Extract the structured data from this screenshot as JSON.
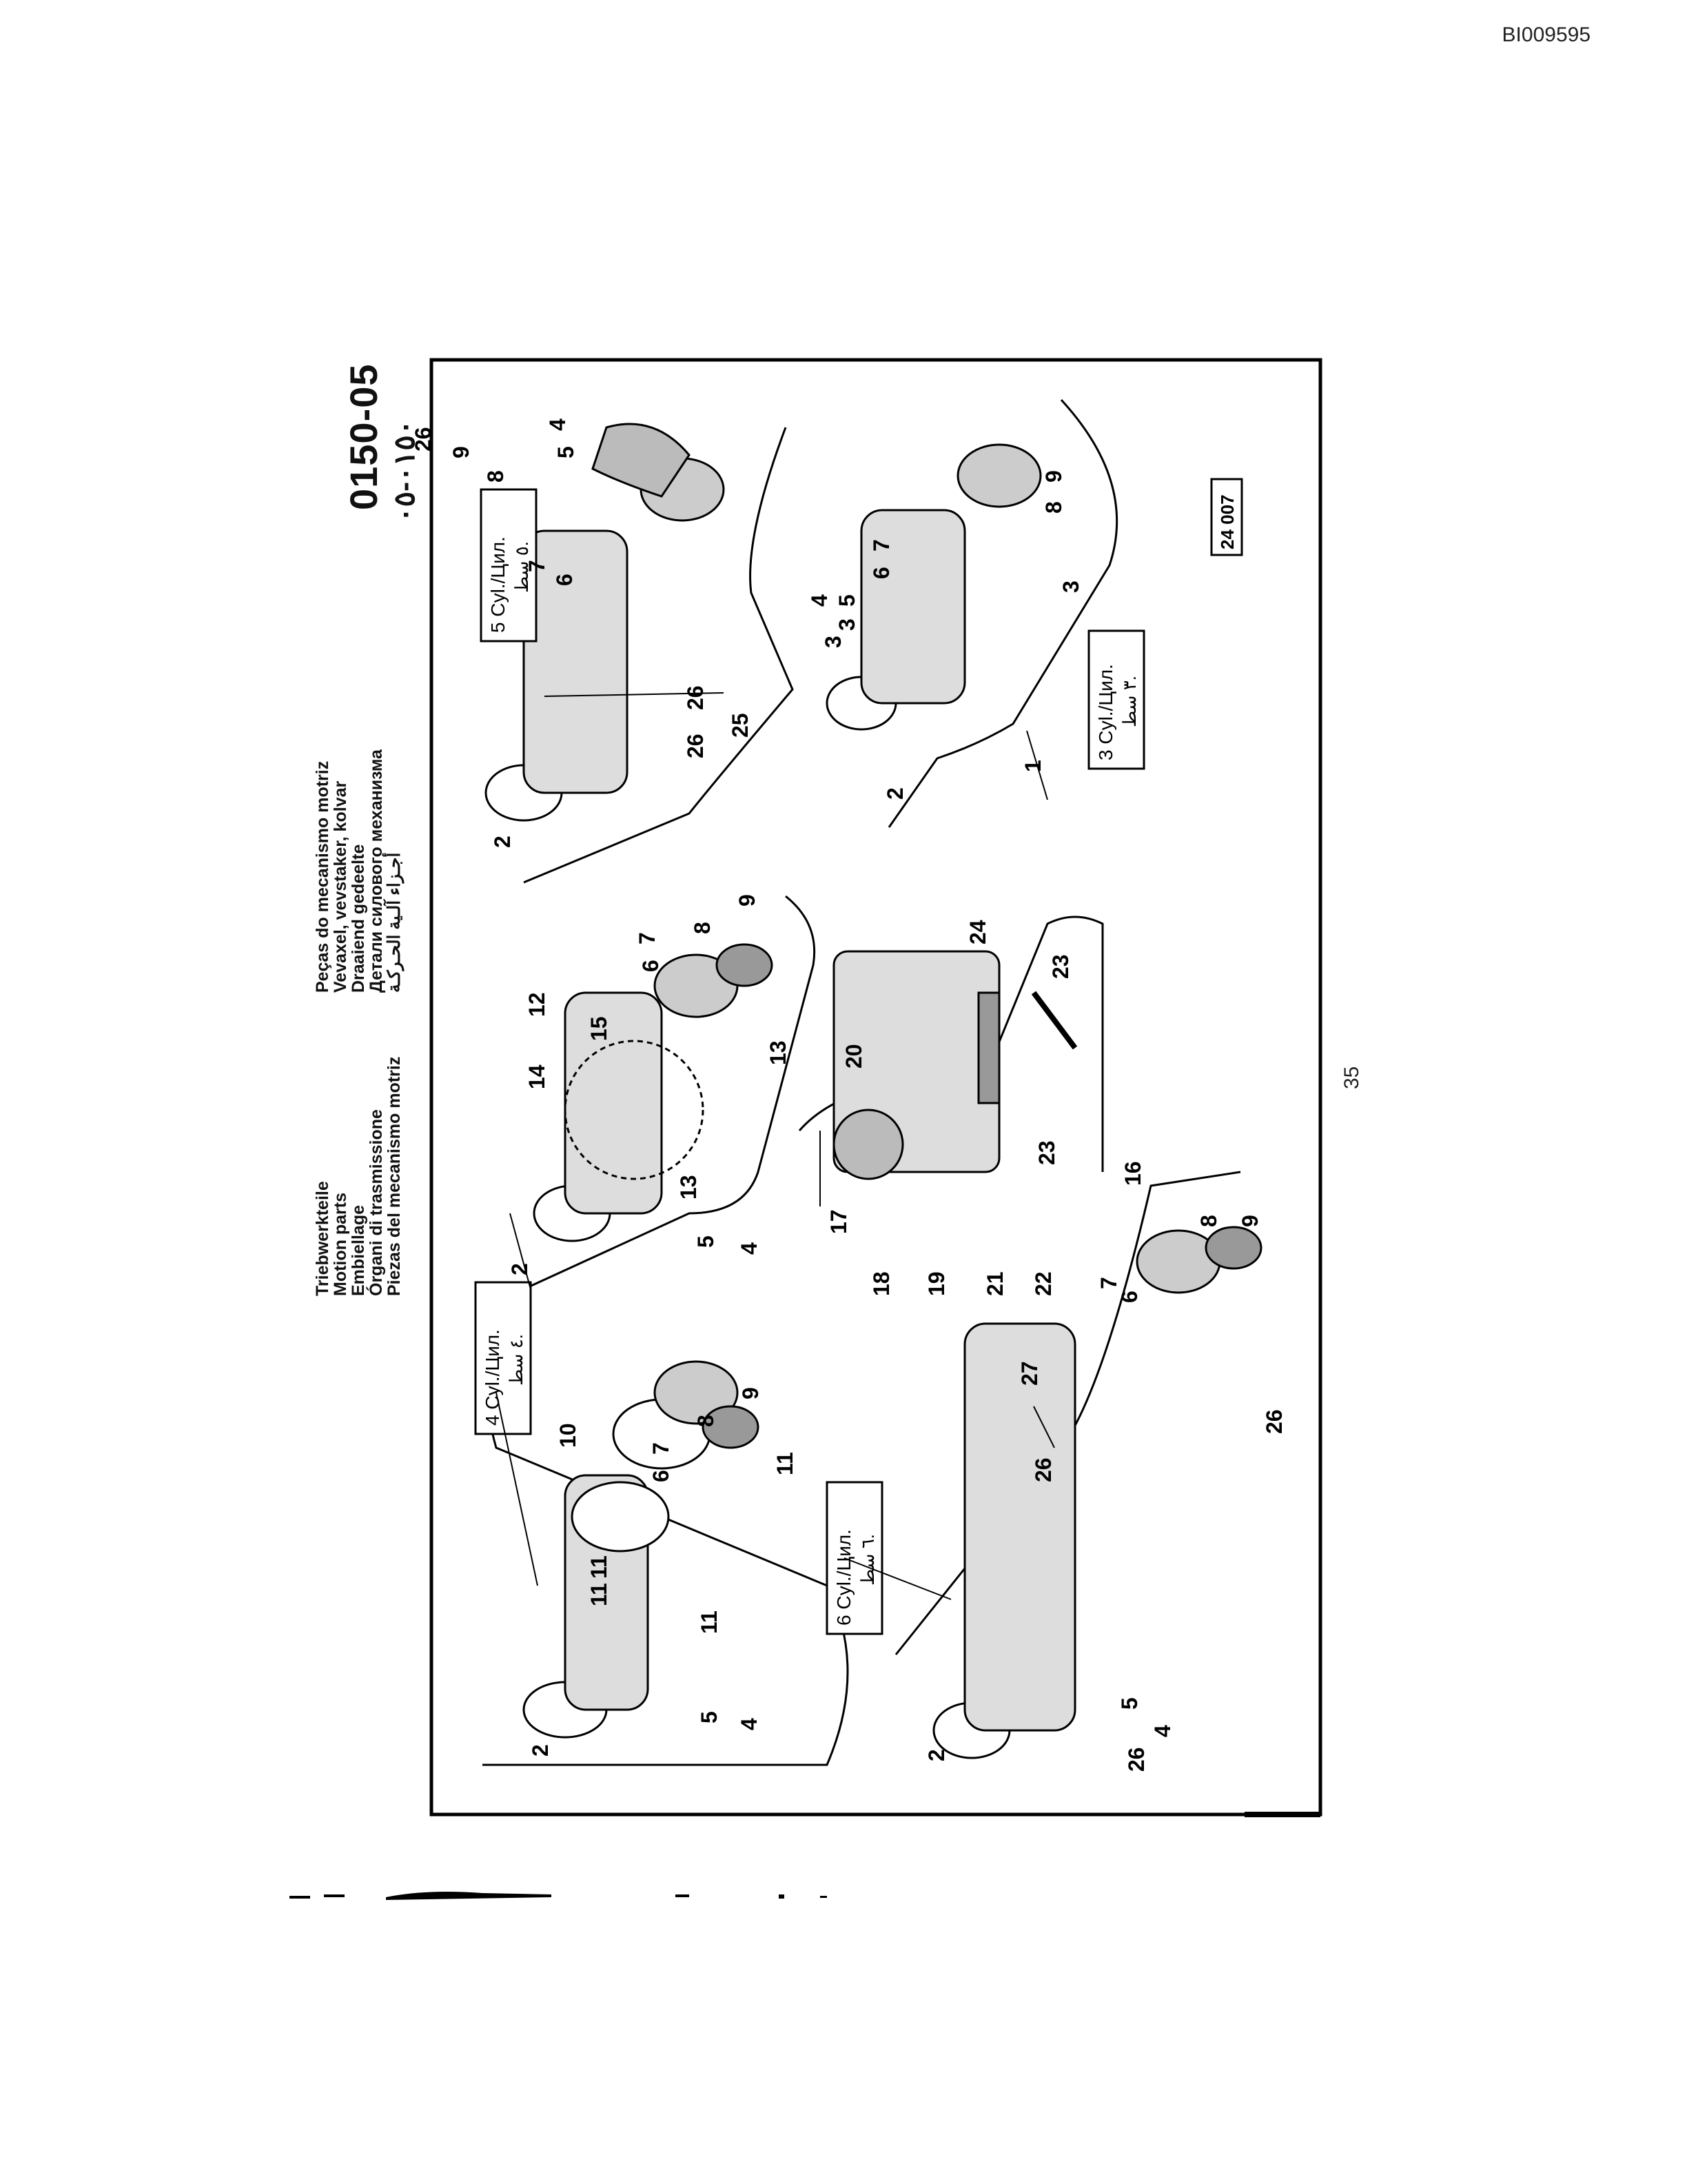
{
  "document": {
    "doc_id": "BI009595",
    "page_number": "35",
    "section_code": "0150-05",
    "section_code_arabic": "٠١٥٠-٠٥",
    "figure_ref": "24 007"
  },
  "titles": {
    "col1": [
      "Triebwerkteile",
      "Motion parts",
      "Embiellage",
      "Órgani di trasmissione",
      "Piezas del mecanismo motriz"
    ],
    "col2": [
      "Peças do mecanismo motriz",
      "Vevaxel, vevstaker, kolvar",
      "Draaiend gedeelte",
      "Детали силового механизма",
      "أجـزاء آلـية الحـركـة"
    ]
  },
  "variants": [
    {
      "id": "3cyl",
      "label": "3 Cyl./Цил.",
      "arabic": "٣ سط."
    },
    {
      "id": "4cyl",
      "label": "4 Cyl./Цил.",
      "arabic": "٤ سط."
    },
    {
      "id": "5cyl",
      "label": "5 Cyl./Цил.",
      "arabic": "٥ سط."
    },
    {
      "id": "6cyl",
      "label": "6 Cyl./Цил.",
      "arabic": "٦ سط."
    }
  ],
  "callouts": {
    "lower_left": [
      "2",
      "4",
      "5",
      "6",
      "7",
      "8",
      "9",
      "10",
      "11",
      "11",
      "11",
      "11"
    ],
    "lower_mid": [
      "2",
      "4",
      "5",
      "6",
      "7",
      "8",
      "9",
      "12",
      "13",
      "13",
      "14",
      "15"
    ],
    "lower_right": [
      "2",
      "4",
      "5",
      "6",
      "7",
      "8",
      "9",
      "25",
      "26",
      "26",
      "26"
    ],
    "upper_right": [
      "1",
      "2",
      "3",
      "3",
      "3",
      "4",
      "5",
      "6",
      "7",
      "8",
      "9"
    ],
    "pump": [
      "16",
      "17",
      "18",
      "19",
      "20",
      "21",
      "22",
      "23",
      "23",
      "24"
    ],
    "upper_left": [
      "2",
      "4",
      "5",
      "6",
      "7",
      "8",
      "9",
      "26",
      "26",
      "26",
      "27"
    ]
  }
}
